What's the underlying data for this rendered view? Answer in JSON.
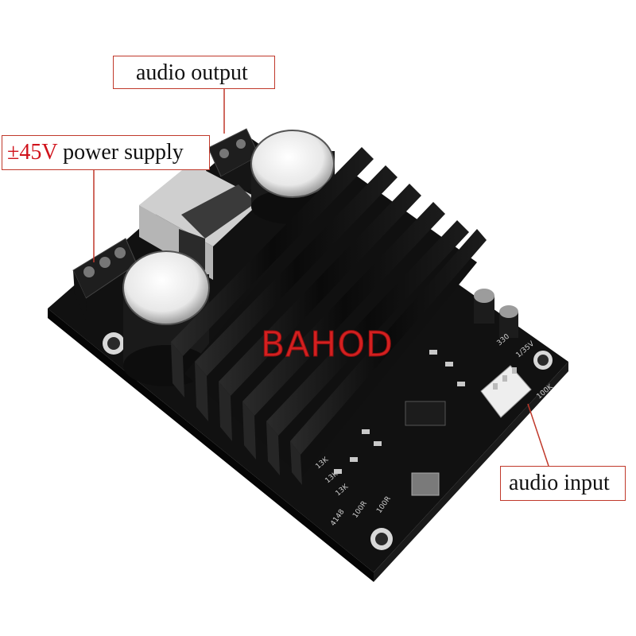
{
  "watermark": "BAHOD",
  "labels": {
    "audio_output": "audio output",
    "power_voltage": "±45V",
    "power_rest": "power supply",
    "audio_input": "audio input"
  },
  "board_markings": {
    "r1": "13K",
    "r2": "13K",
    "r3": "13K",
    "r4": "100R",
    "r5": "100R",
    "d1": "4148",
    "c1": "330",
    "c2": "100K",
    "c3": "1/35V"
  },
  "colors": {
    "callout_border": "#c0392b",
    "voltage_text": "#d0121b",
    "watermark": "#d42020",
    "pcb": "#111111",
    "heatsink": "#0c0c0c"
  }
}
